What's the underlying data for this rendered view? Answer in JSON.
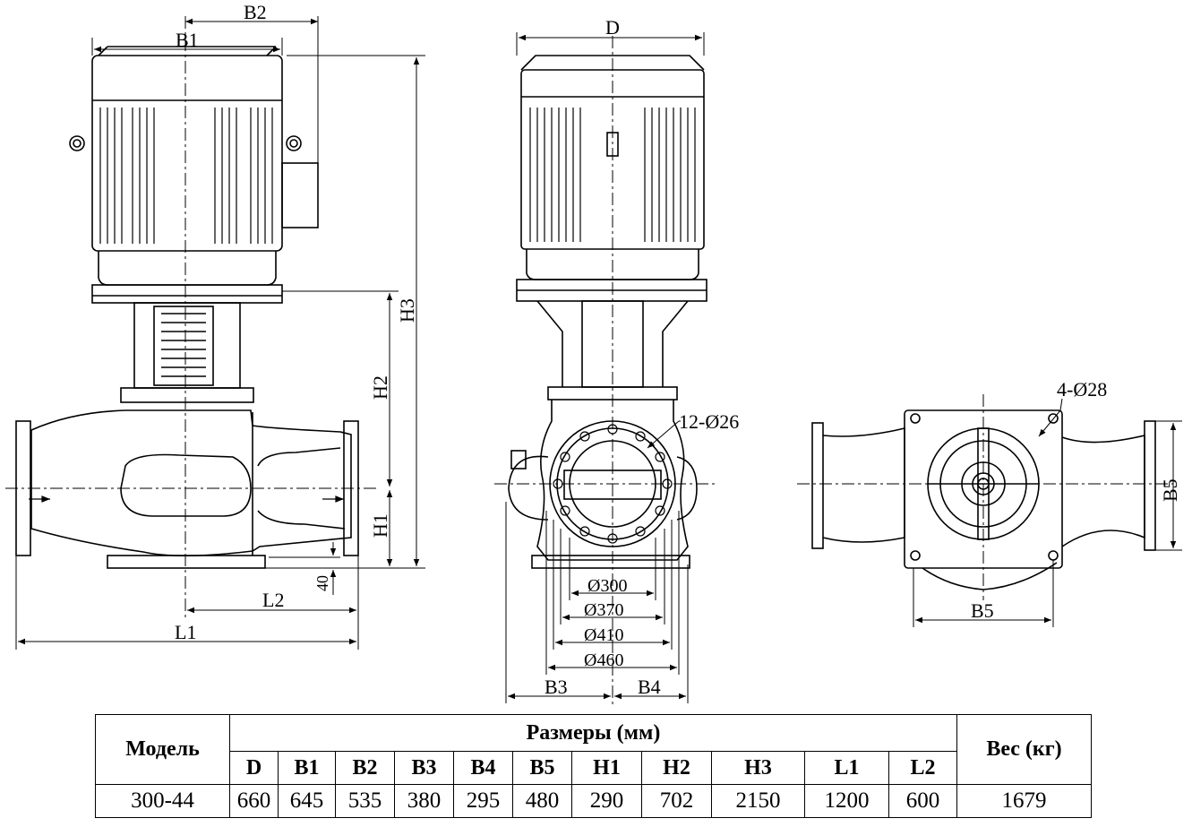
{
  "drawing": {
    "labels": {
      "b1": "B1",
      "b2": "B2",
      "d": "D",
      "h1": "H1",
      "h2": "H2",
      "h3": "H3",
      "l1": "L1",
      "l2": "L2",
      "offset": "40",
      "bolts_flange": "12-Ø26",
      "bolts_base": "4-Ø28",
      "dia300": "Ø300",
      "dia370": "Ø370",
      "dia410": "Ø410",
      "dia460": "Ø460",
      "b3": "B3",
      "b4": "B4",
      "b5_horizontal": "B5",
      "b5_vertical": "B5"
    }
  },
  "table": {
    "model_header": "Модель",
    "dims_header": "Размеры (мм)",
    "weight_header": "Вес (кг)",
    "columns": [
      "D",
      "B1",
      "B2",
      "B3",
      "B4",
      "B5",
      "H1",
      "H2",
      "H3",
      "L1",
      "L2"
    ],
    "row": {
      "model": "300-44",
      "values": [
        "660",
        "645",
        "535",
        "380",
        "295",
        "480",
        "290",
        "702",
        "2150",
        "1200",
        "600"
      ],
      "weight": "1679"
    }
  }
}
